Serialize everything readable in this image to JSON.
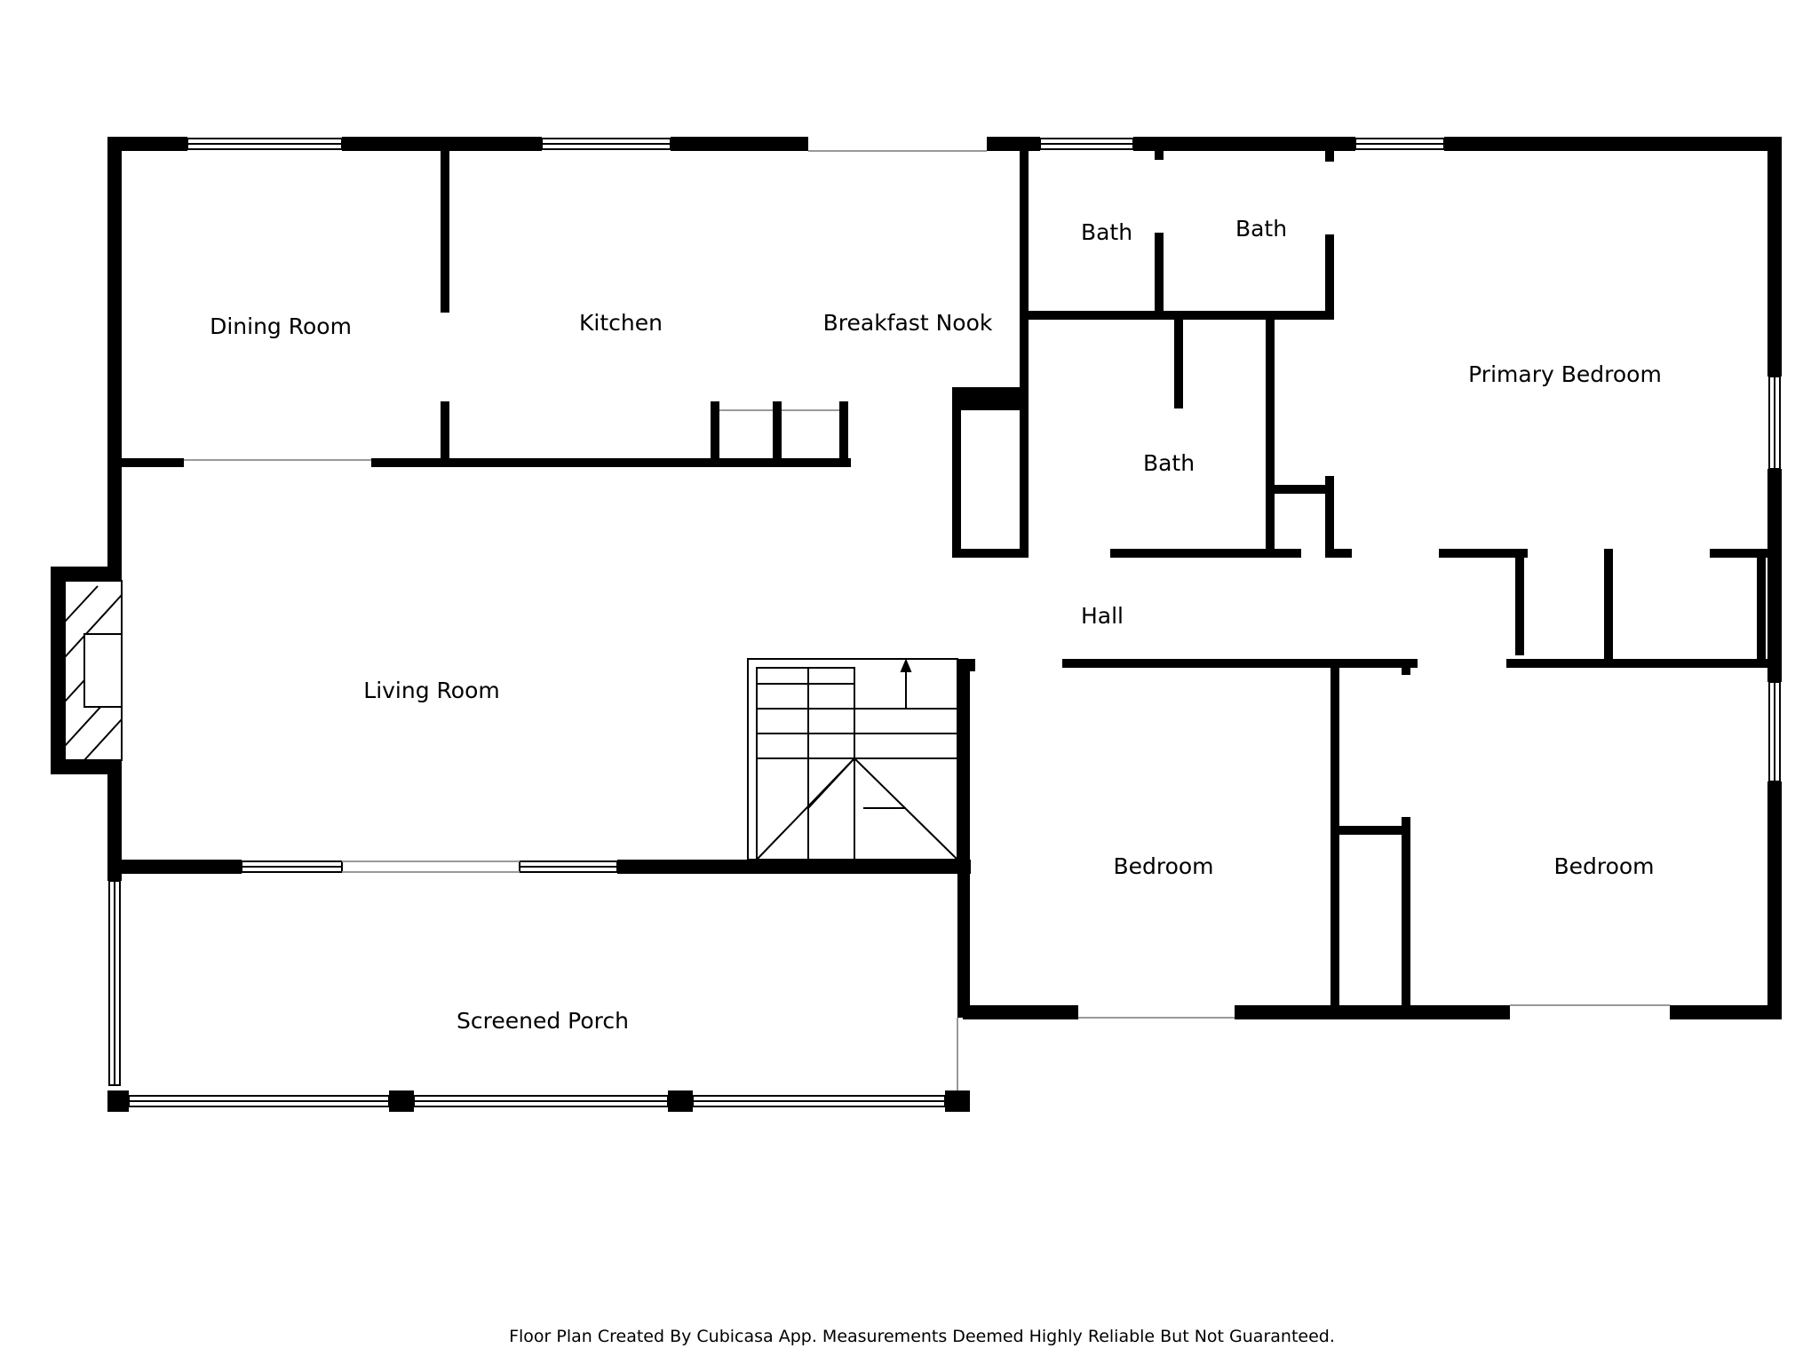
{
  "rooms": {
    "dining_room": "Dining Room",
    "kitchen": "Kitchen",
    "breakfast_nook": "Breakfast Nook",
    "bath_1": "Bath",
    "bath_2": "Bath",
    "bath_3": "Bath",
    "primary_bedroom": "Primary Bedroom",
    "hall": "Hall",
    "living_room": "Living Room",
    "bedroom_1": "Bedroom",
    "bedroom_2": "Bedroom",
    "screened_porch": "Screened Porch"
  },
  "footer": {
    "note": "Floor Plan Created By Cubicasa App. Measurements Deemed Highly Reliable But Not Guaranteed."
  }
}
